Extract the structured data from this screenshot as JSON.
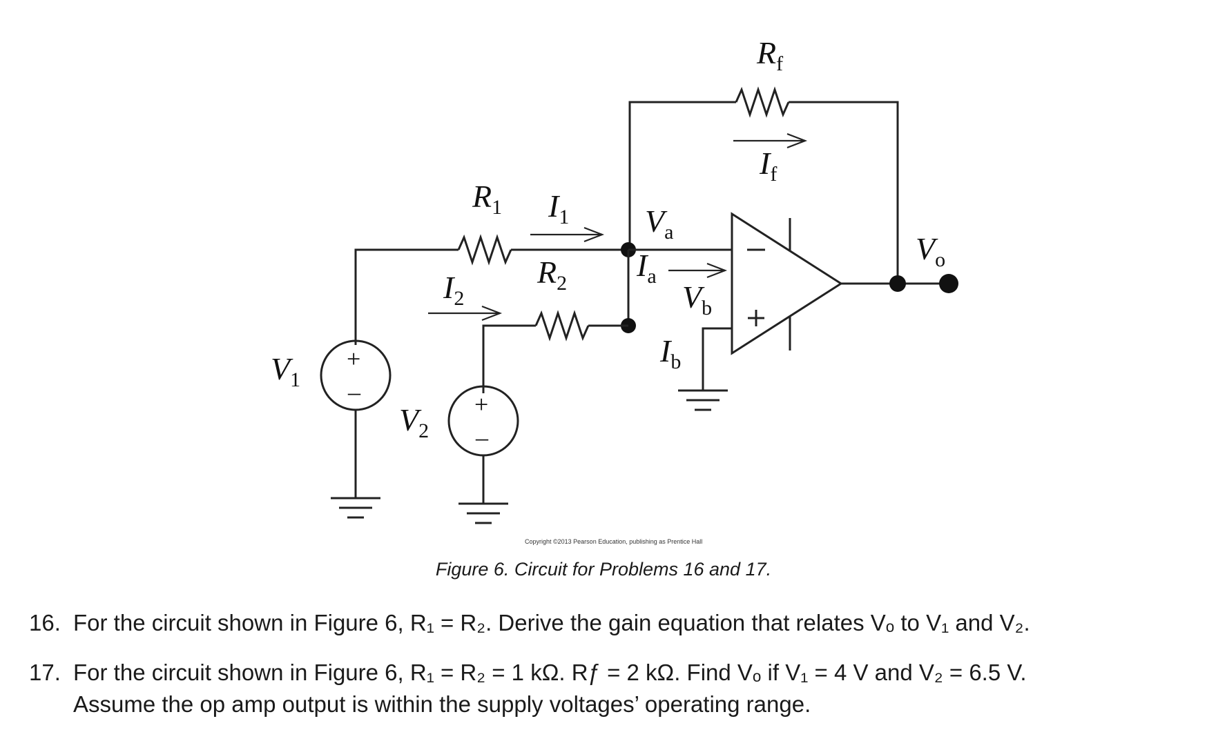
{
  "circuit": {
    "labels": {
      "Rf": {
        "main": "R",
        "sub": "f"
      },
      "If": {
        "main": "I",
        "sub": "f"
      },
      "R1": {
        "main": "R",
        "sub": "1"
      },
      "I1": {
        "main": "I",
        "sub": "1"
      },
      "Va": {
        "main": "V",
        "sub": "a"
      },
      "Ia": {
        "main": "I",
        "sub": "a"
      },
      "R2": {
        "main": "R",
        "sub": "2"
      },
      "I2": {
        "main": "I",
        "sub": "2"
      },
      "Vb": {
        "main": "V",
        "sub": "b"
      },
      "Ib": {
        "main": "I",
        "sub": "b"
      },
      "Vo": {
        "main": "V",
        "sub": "o"
      },
      "V1": {
        "main": "V",
        "sub": "1"
      },
      "V2": {
        "main": "V",
        "sub": "2"
      }
    },
    "signs": {
      "plus": "+",
      "minus": "–"
    },
    "copyright": "Copyright ©2013 Pearson Education, publishing as Prentice Hall"
  },
  "caption": "Figure 6. Circuit for Problems 16 and 17.",
  "problems": [
    {
      "number": "16.",
      "text": "For the circuit shown in Figure 6, R₁ = R₂.  Derive the gain equation that relates Vₒ to V₁ and V₂."
    },
    {
      "number": "17.",
      "text": "For the circuit shown in Figure 6, R₁ = R₂ = 1 kΩ.  Rƒ = 2 kΩ.  Find Vₒ if V₁ = 4 V and V₂ = 6.5 V.",
      "text2": "Assume the op amp output is within the supply voltages’ operating range."
    }
  ]
}
